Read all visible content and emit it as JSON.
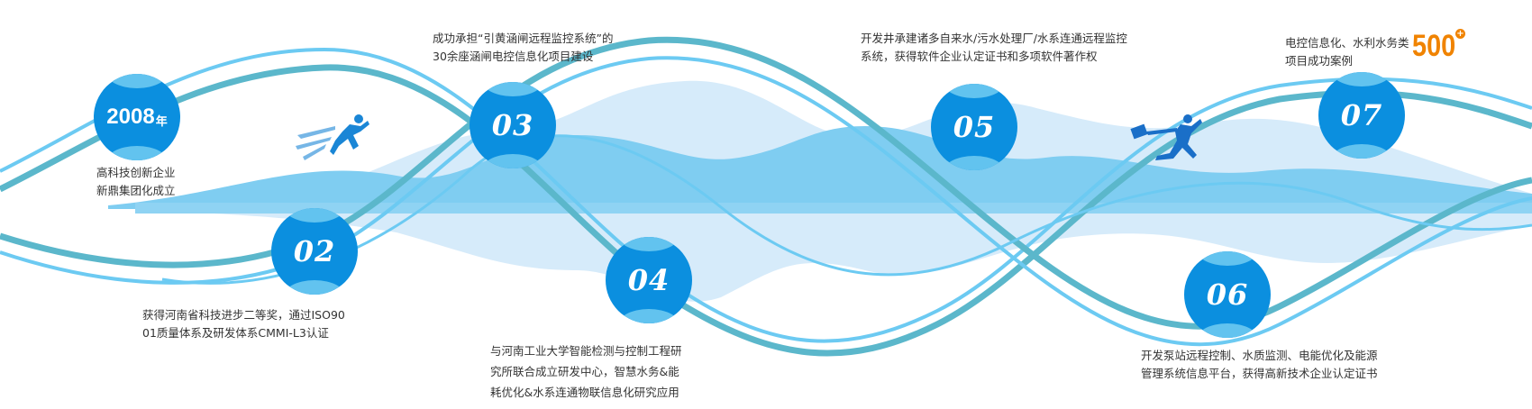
{
  "milestones": [
    {
      "label": "2008",
      "suffix": "年",
      "lines": [
        "高科技创新企业",
        "新鼎集团化成立"
      ]
    },
    {
      "label": "02",
      "lines": [
        "获得河南省科技进步二等奖，通过ISO90",
        "01质量体系及研发体系CMMI-L3认证"
      ]
    },
    {
      "label": "03",
      "lines": [
        "成功承担“引黄涵闸远程监控系统”的",
        "30余座涵闸电控信息化项目建设"
      ]
    },
    {
      "label": "04",
      "lines": [
        "与河南工业大学智能检测与控制工程研",
        "究所联合成立研发中心，智慧水务&能",
        "耗优化&水系连通物联信息化研究应用"
      ]
    },
    {
      "label": "05",
      "lines": [
        "开发井承建诸多自来水/污水处理厂/水系连通远程监控",
        "系统，获得软件企业认定证书和多项软件著作权"
      ]
    },
    {
      "label": "06",
      "lines": [
        "开发泵站远程控制、水质监测、电能优化及能源",
        "管理系统信息平台，获得高新技术企业认定证书"
      ]
    },
    {
      "label": "07",
      "lines": [
        "电控信息化、水利水务类",
        "项目成功案例"
      ],
      "highlight": "500",
      "highlight_sup": "+"
    }
  ],
  "colors": {
    "circle": "#0b8fdf",
    "cap": "#62c3ef",
    "teal": "#5bb7cb",
    "lightline": "#6ccaf2",
    "accent": "#f08300"
  }
}
